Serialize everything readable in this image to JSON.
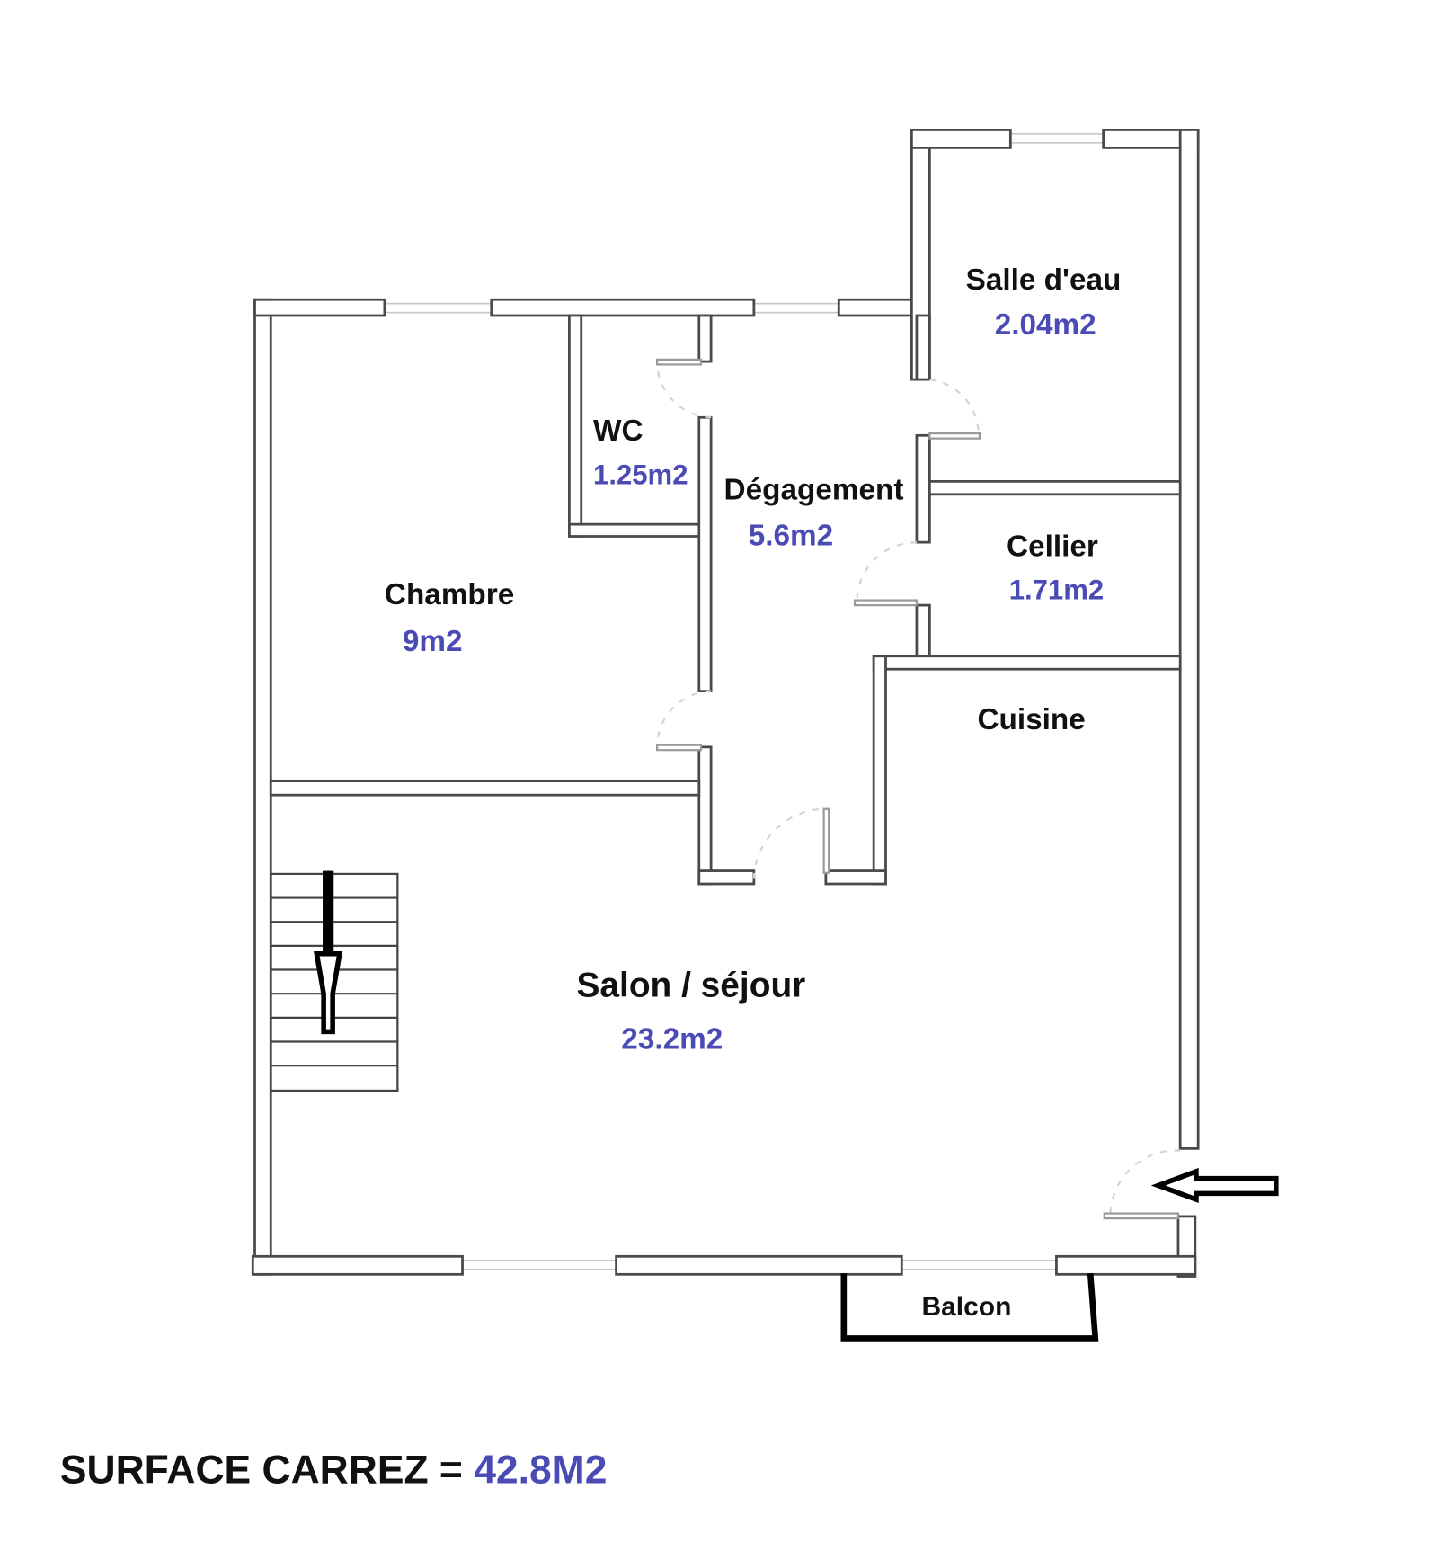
{
  "rooms": {
    "salle_eau": {
      "name": "Salle d'eau",
      "area": "2.04m2"
    },
    "wc": {
      "name": "WC",
      "area": "1.25m2"
    },
    "degagement": {
      "name": "Dégagement",
      "area": "5.6m2"
    },
    "cellier": {
      "name": "Cellier",
      "area": "1.71m2"
    },
    "chambre": {
      "name": "Chambre",
      "area": "9m2"
    },
    "cuisine": {
      "name": "Cuisine"
    },
    "salon": {
      "name": "Salon / séjour",
      "area": "23.2m2"
    },
    "balcon": {
      "name": "Balcon"
    }
  },
  "total": {
    "label": "SURFACE CARREZ = ",
    "value": "42.8M2"
  },
  "colors": {
    "text": "#111111",
    "area": "#4b4bb5",
    "wall": "#4a4a4a"
  }
}
